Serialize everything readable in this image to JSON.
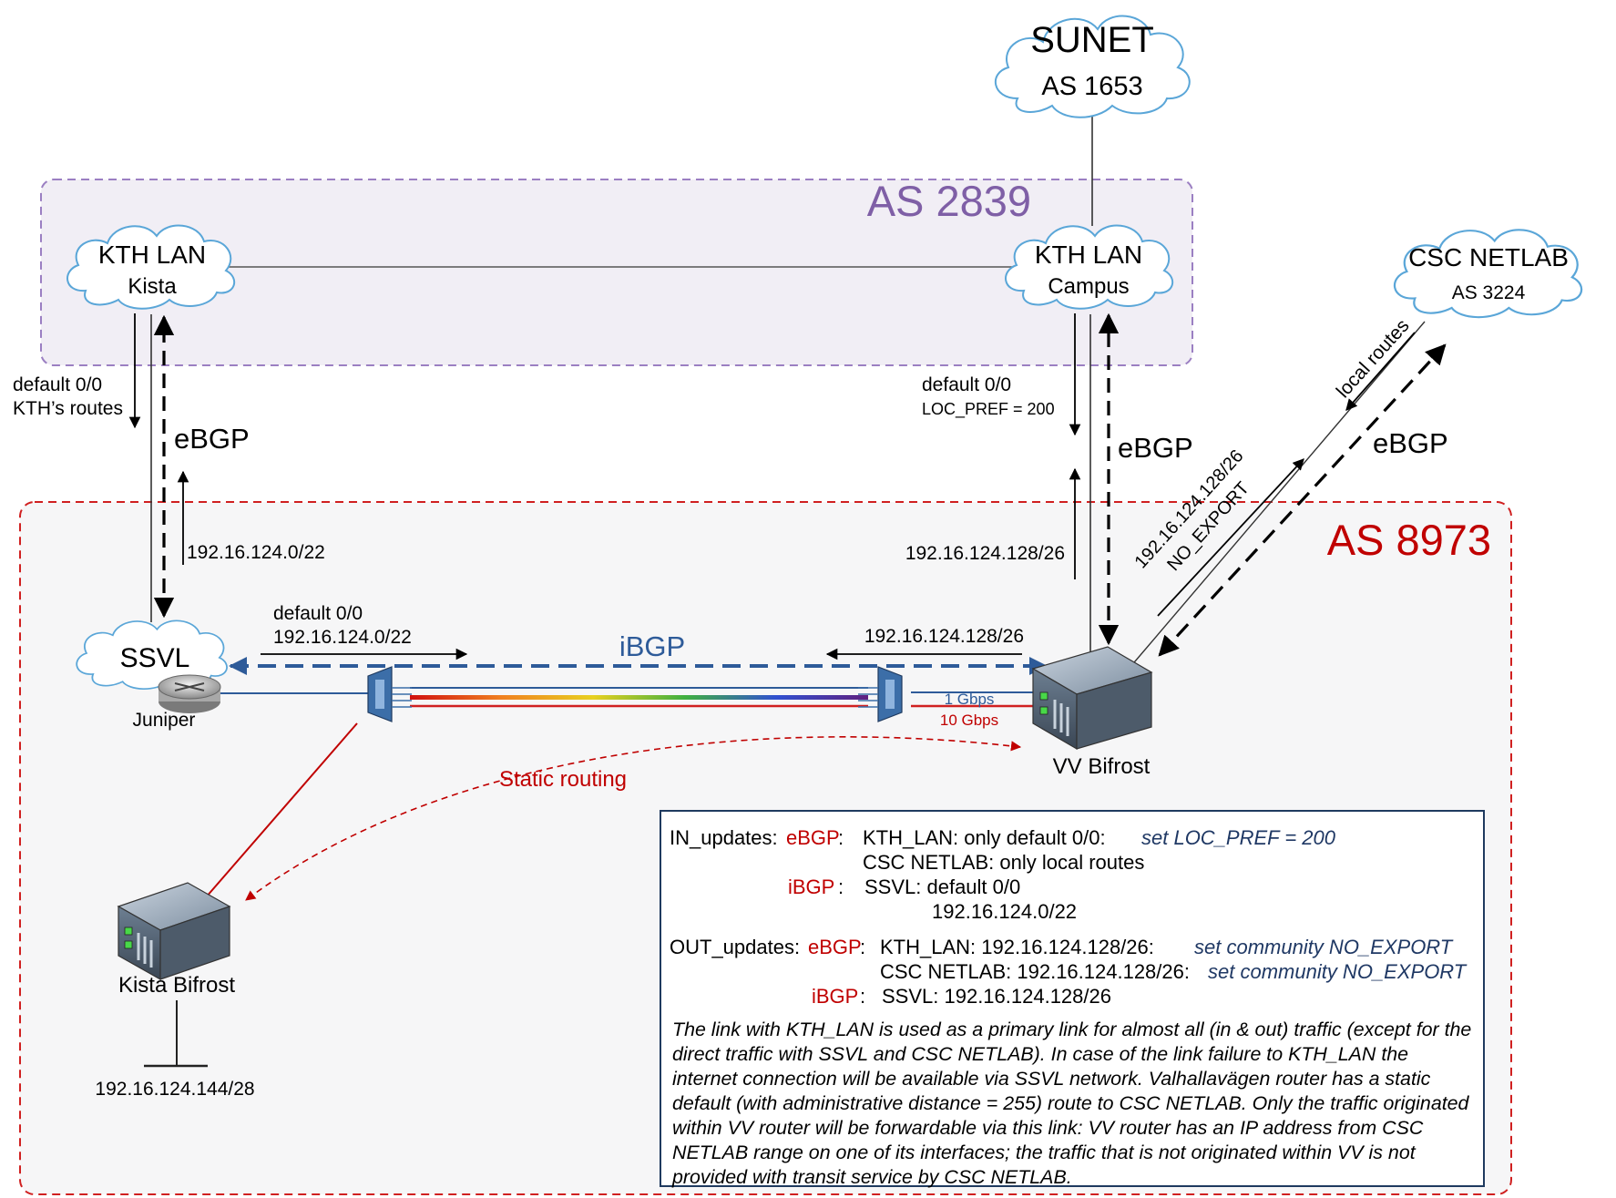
{
  "clouds": {
    "sunet": {
      "line1": "SUNET",
      "line2": "AS 1653"
    },
    "kth_kista": {
      "line1": "KTH LAN",
      "line2": "Kista"
    },
    "kth_campus": {
      "line1": "KTH LAN",
      "line2": "Campus"
    },
    "csc": {
      "line1": "CSC NETLAB",
      "line2": "AS 3224"
    },
    "ssvl": {
      "line1": "SSVL"
    }
  },
  "regions": {
    "as2839": {
      "label": "AS 2839",
      "color": "#7f5fa6"
    },
    "as8973": {
      "label": "AS 8973",
      "color": "#c00000"
    }
  },
  "labels": {
    "kista_down_1": "default 0/0",
    "kista_down_2": "KTH’s routes",
    "kista_ebgp": "eBGP",
    "kista_up": "192.16.124.0/22",
    "campus_down_1": "default 0/0",
    "campus_down_2": "LOC_PREF = 200",
    "campus_ebgp": "eBGP",
    "campus_up": "192.16.124.128/26",
    "csc_local_routes": "local routes",
    "csc_ebgp": "eBGP",
    "csc_out_1": "192.16.124.128/26",
    "csc_out_2": "NO_EXPORT",
    "ibgp_left_1": "default 0/0",
    "ibgp_left_2": "192.16.124.0/22",
    "ibgp": "iBGP",
    "ibgp_right": "192.16.124.128/26",
    "link_1g": "1 Gbps",
    "link_10g": "10 Gbps",
    "static_routing": "Static routing",
    "juniper": "Juniper",
    "vv_bifrost": "VV Bifrost",
    "kista_bifrost": "Kista Bifrost",
    "kista_net": "192.16.124.144/28"
  },
  "notes": {
    "in_label": "IN_updates:",
    "in_ebgp": "eBGP",
    "in_ebgp_colon": ":",
    "in_kth": "KTH_LAN:  only default 0/0:",
    "in_kth_action": "set LOC_PREF = 200",
    "in_csc": "CSC NETLAB:  only local routes",
    "in_ibgp": "iBGP",
    "in_ibgp_colon": ":",
    "in_ssvl": "SSVL:  default 0/0",
    "in_ssvl_2": "192.16.124.0/22",
    "out_label": "OUT_updates:",
    "out_ebgp": "eBGP",
    "out_ebgp_colon": ":",
    "out_kth": "KTH_LAN:  192.16.124.128/26:",
    "out_kth_action": "set community NO_EXPORT",
    "out_csc": "CSC NETLAB:  192.16.124.128/26:",
    "out_csc_action": "set community NO_EXPORT",
    "out_ibgp": "iBGP",
    "out_ibgp_colon": ":",
    "out_ssvl": "SSVL:  192.16.124.128/26",
    "paragraph": "The link with KTH_LAN is used as a primary link for almost all (in & out) traffic (except for the direct traffic with SSVL and CSC NETLAB). In case of the link failure to KTH_LAN the internet connection will be available via SSVL network. Valhallavägen router has a static default (with administrative distance = 255) route to CSC NETLAB.  Only the traffic originated within VV router will be forwardable via this link: VV router has an IP address from CSC NETLAB range on one of its interfaces; the traffic that is not originated within VV is not provided with transit service by CSC NETLAB."
  },
  "colors": {
    "ibgp_blue": "#2e5b99",
    "red_accent": "#c00000",
    "cloud_stroke": "#5aa6d8"
  }
}
